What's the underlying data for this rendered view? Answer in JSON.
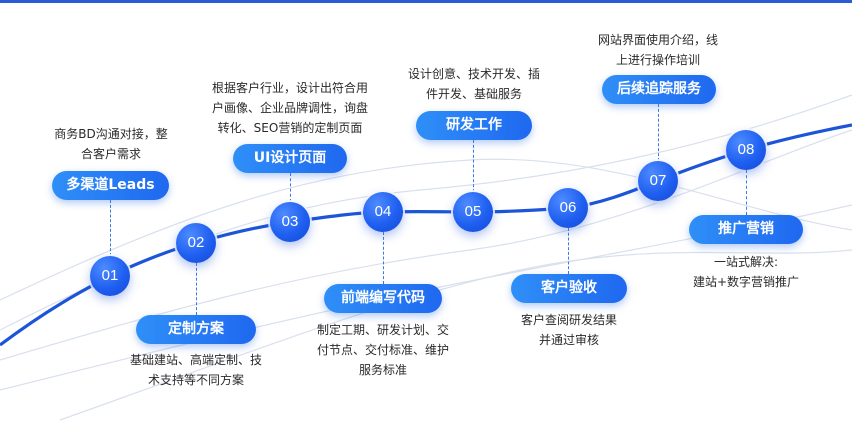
{
  "colors": {
    "accent": "#1f5ff0",
    "pill": "#2f8ff7",
    "text": "#2a2a2a"
  },
  "steps": [
    {
      "num": "01",
      "title": "多渠道Leads",
      "desc": [
        "商务BD沟通对接，整",
        "合客户需求"
      ]
    },
    {
      "num": "02",
      "title": "定制方案",
      "desc": [
        "基础建站、高端定制、技",
        "术支持等不同方案"
      ]
    },
    {
      "num": "03",
      "title": "UI设计页面",
      "desc": [
        "根据客户行业，设计出符合用",
        "户画像、企业品牌调性，询盘",
        "转化、SEO营销的定制页面"
      ]
    },
    {
      "num": "04",
      "title": "前端编写代码",
      "desc": [
        "制定工期、研发计划、交",
        "付节点、交付标准、维护",
        "服务标准"
      ]
    },
    {
      "num": "05",
      "title": "研发工作",
      "desc": [
        "设计创意、技术开发、插",
        "件开发、基础服务"
      ]
    },
    {
      "num": "06",
      "title": "客户验收",
      "desc": [
        "客户查阅研发结果",
        "并通过审核"
      ]
    },
    {
      "num": "07",
      "title": "后续追踪服务",
      "desc": [
        "网站界面使用介绍，线",
        "上进行操作培训"
      ]
    },
    {
      "num": "08",
      "title": "推广营销",
      "desc": [
        "一站式解决:",
        "建站+数字营销推广"
      ]
    }
  ]
}
